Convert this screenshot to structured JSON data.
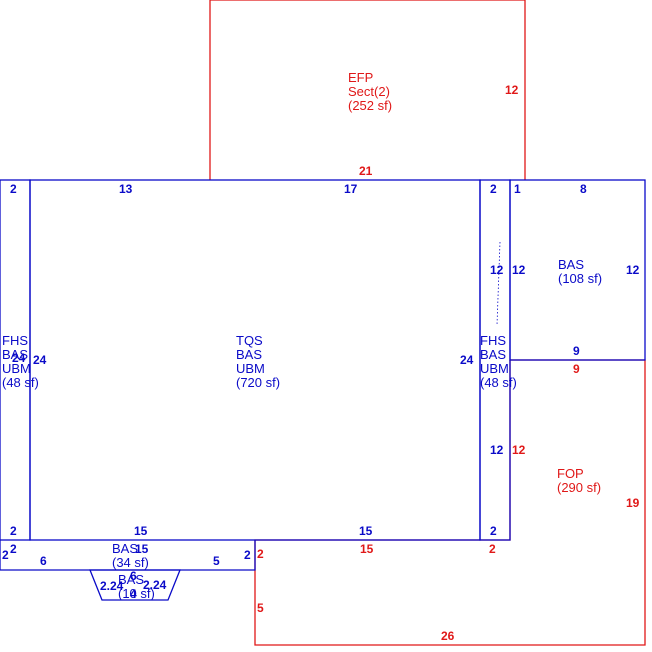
{
  "colors": {
    "blue": "#0a0ac8",
    "red": "#e01818",
    "bg": "#ffffff"
  },
  "areas": {
    "efp": {
      "lines": [
        "EFP",
        "Sect(2)",
        "(252 sf)"
      ],
      "color": "red"
    },
    "main": {
      "lines": [
        "TQS",
        "BAS",
        "UBM",
        "(720 sf)"
      ],
      "color": "blue"
    },
    "left_strip": {
      "lines": [
        "FHS",
        "BAS",
        "UBM",
        "(48 sf)"
      ],
      "color": "blue"
    },
    "right_strip": {
      "lines": [
        "FHS",
        "BAS",
        "UBM",
        "(48 sf)"
      ],
      "color": "blue"
    },
    "bas_right": {
      "lines": [
        "BAS",
        "(108 sf)"
      ],
      "color": "blue"
    },
    "fop": {
      "lines": [
        "FOP",
        "(290 sf)"
      ],
      "color": "red"
    },
    "bas_bottom": {
      "lines": [
        "BAS",
        "(34 sf)"
      ],
      "color": "blue"
    },
    "bas_bay": {
      "lines": [
        "BAS",
        "(10 sf)"
      ],
      "color": "blue"
    }
  },
  "dims": {
    "efp_right": "12",
    "efp_bottom": "21",
    "main_top_left": "13",
    "main_top_right": "17",
    "main_bottom_left": "15",
    "main_bottom_right": "15",
    "main_left": "24",
    "main_right": "24",
    "ls_top": "2",
    "ls_bottom": "2",
    "ls_side": "24",
    "rs_top": "2",
    "rs_bottom": "2",
    "rs_upper": "12",
    "rs_lower": "12",
    "br_top": "8",
    "br_top_small": "1",
    "br_left": "12",
    "br_right": "12",
    "br_bottom": "9",
    "fop_top": "9",
    "fop_left": "12",
    "fop_right": "19",
    "fop_bottom": "26",
    "fop_top_left": "15",
    "fop_left_top": "2",
    "fop_left_bottom": "5",
    "fop_top_small": "2",
    "bb_left_a": "2",
    "bb_left_b": "2",
    "bb_top": "6",
    "bb_top_right": "5",
    "bb_right": "2",
    "bb_top_center": "15",
    "bay_left": "2.24",
    "bay_right": "2.24",
    "bay_top": "6",
    "bay_bottom": "4"
  }
}
